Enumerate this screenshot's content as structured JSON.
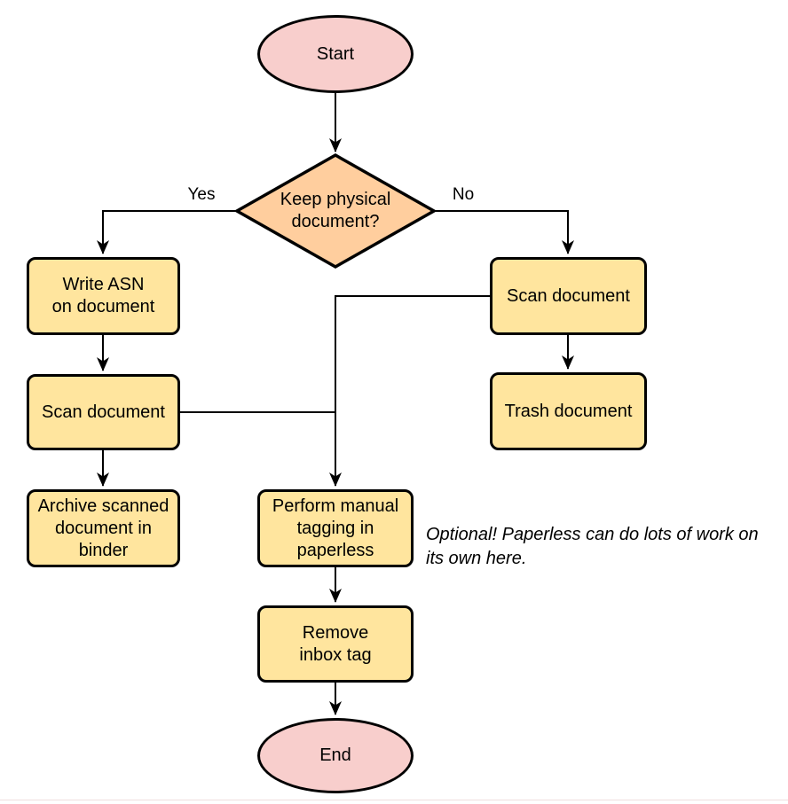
{
  "diagram": {
    "nodes": {
      "start": {
        "label": "Start",
        "shape": "terminator"
      },
      "decision": {
        "label": "Keep physical\ndocument?",
        "shape": "decision"
      },
      "write_asn": {
        "label": "Write ASN\non document",
        "shape": "process"
      },
      "scan_left": {
        "label": "Scan document",
        "shape": "process"
      },
      "archive": {
        "label": "Archive scanned\ndocument in\nbinder",
        "shape": "process"
      },
      "scan_right": {
        "label": "Scan document",
        "shape": "process"
      },
      "trash": {
        "label": "Trash document",
        "shape": "process"
      },
      "perform_tagging": {
        "label": "Perform manual\ntagging in\npaperless",
        "shape": "process"
      },
      "remove_inbox_tag": {
        "label": "Remove\ninbox tag",
        "shape": "process"
      },
      "end": {
        "label": "End",
        "shape": "terminator"
      }
    },
    "edge_labels": {
      "yes": "Yes",
      "no": "No"
    },
    "note": "Optional! Paperless can do lots of work on\nits own here.",
    "colors": {
      "terminator_fill": "#f8cecc",
      "decision_fill": "#ffce9e",
      "process_fill": "#ffe59e",
      "stroke": "#000000",
      "connector": "#000000",
      "background": "#ffffff"
    }
  }
}
